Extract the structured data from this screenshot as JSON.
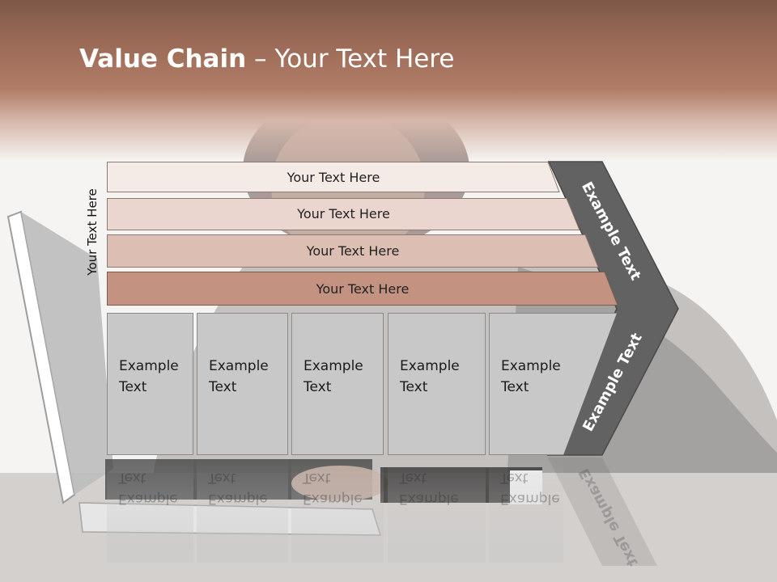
{
  "title": {
    "bold": "Value Chain",
    "rest": " – Your Text Here"
  },
  "side_label": "Your Text Here",
  "bars": [
    {
      "label": "Your Text Here",
      "color": "#f5ebe6"
    },
    {
      "label": "Your Text Here",
      "color": "#ead6ce"
    },
    {
      "label": "Your Text Here",
      "color": "#dcbfb2"
    },
    {
      "label": "Your Text Here",
      "color": "#c49281"
    }
  ],
  "boxes": [
    {
      "line1": "Example",
      "line2": "Text"
    },
    {
      "line1": "Example",
      "line2": "Text"
    },
    {
      "line1": "Example",
      "line2": "Text"
    },
    {
      "line1": "Example",
      "line2": "Text"
    },
    {
      "line1": "Example",
      "line2": "Text"
    }
  ],
  "chevron": {
    "upper_text": "Example Text",
    "lower_text": "Example Text",
    "color": "#626262"
  }
}
